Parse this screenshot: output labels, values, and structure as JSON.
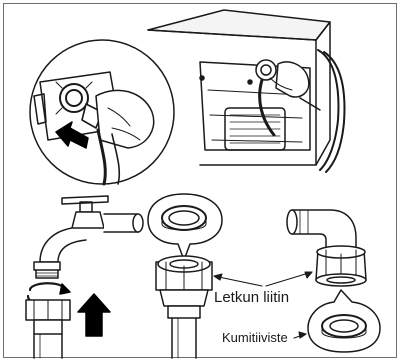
{
  "figure": {
    "labels": {
      "hose_connector": "Letkun liitin",
      "rubber_gasket": "Kumitiiviste"
    },
    "colors": {
      "line": "#1a1a1a",
      "frame": "#6e6e6e",
      "arrow_fill": "#000000",
      "background": "#ffffff"
    },
    "icons": [
      "washing-machine",
      "hose-inlet-closeup",
      "water-tap",
      "tap-adapter",
      "rubber-gasket",
      "hose-elbow-connector"
    ]
  }
}
